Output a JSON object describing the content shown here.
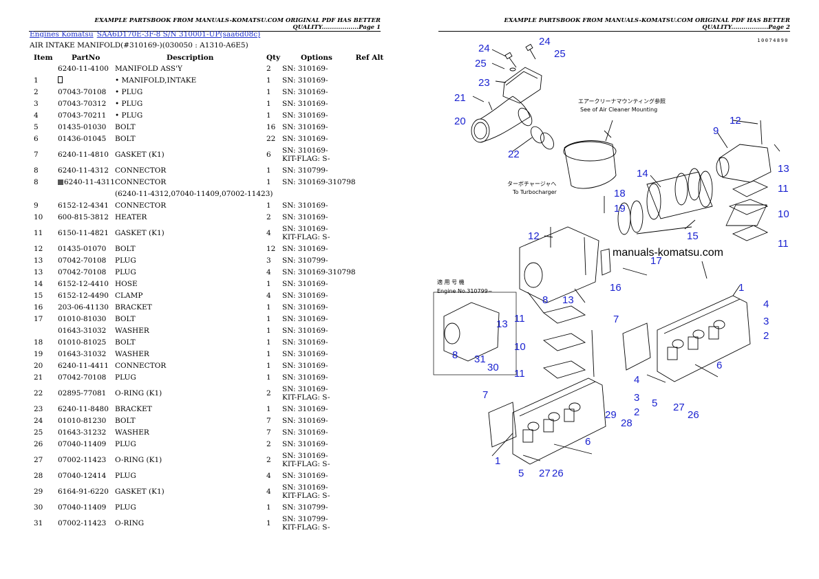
{
  "header_left": "EXAMPLE PARTSBOOK FROM MANUALS-KOMATSU.COM ORIGINAL PDF HAS BETTER QUALITY..................Page 1",
  "header_right": "EXAMPLE PARTSBOOK FROM MANUALS-KOMATSU.COM ORIGINAL PDF HAS BETTER QUALITY..................Page 2",
  "breadcrumb": {
    "link1": "Engines Komatsu",
    "link2": "SAA6D170E-3F-8 S/N 310001-UP(saa6d08c)"
  },
  "subtitle": "AIR INTAKE MANIFOLD(#310169-)(030050 : A1310-A6E5)",
  "columns": {
    "item": "Item",
    "partno": "PartNo",
    "description": "Description",
    "qty": "Qty",
    "options": "Options",
    "refalt": "Ref Alt"
  },
  "rows": [
    {
      "item": "",
      "part": "6240-11-4100",
      "desc": "MANIFOLD ASS'Y",
      "qty": "2",
      "opt": "SN: 310169-"
    },
    {
      "item": "1",
      "part": "",
      "desc": "• MANIFOLD,INTAKE",
      "qty": "1",
      "opt": "SN: 310169-"
    },
    {
      "item": "2",
      "part": "07043-70108",
      "desc": "• PLUG",
      "qty": "1",
      "opt": "SN: 310169-"
    },
    {
      "item": "3",
      "part": "07043-70312",
      "desc": "• PLUG",
      "qty": "1",
      "opt": "SN: 310169-"
    },
    {
      "item": "4",
      "part": "07043-70211",
      "desc": "• PLUG",
      "qty": "1",
      "opt": "SN: 310169-"
    },
    {
      "item": "5",
      "part": "01435-01030",
      "desc": "BOLT",
      "qty": "16",
      "opt": "SN: 310169-"
    },
    {
      "item": "6",
      "part": "01436-01045",
      "desc": "BOLT",
      "qty": "22",
      "opt": "SN: 310169-"
    },
    {
      "item": "7",
      "part": "6240-11-4810",
      "desc": "GASKET (K1)",
      "qty": "6",
      "opt": "SN: 310169-",
      "opt2": "KIT-FLAG: S-"
    },
    {
      "item": "8",
      "part": "6240-11-4312",
      "desc": "CONNECTOR",
      "qty": "1",
      "opt": "SN: 310799-"
    },
    {
      "item": "8",
      "part": "6240-11-4311",
      "desc": "CONNECTOR",
      "qty": "1",
      "opt": "SN: 310169-310798",
      "flag": true
    },
    {
      "note": "(6240-11-4312,07040-11409,07002-11423)"
    },
    {
      "item": "9",
      "part": "6152-12-4341",
      "desc": "CONNECTOR",
      "qty": "1",
      "opt": "SN: 310169-"
    },
    {
      "item": "10",
      "part": "600-815-3812",
      "desc": "HEATER",
      "qty": "2",
      "opt": "SN: 310169-"
    },
    {
      "item": "11",
      "part": "6150-11-4821",
      "desc": "GASKET (K1)",
      "qty": "4",
      "opt": "SN: 310169-",
      "opt2": "KIT-FLAG: S-"
    },
    {
      "item": "12",
      "part": "01435-01070",
      "desc": "BOLT",
      "qty": "12",
      "opt": "SN: 310169-"
    },
    {
      "item": "13",
      "part": "07042-70108",
      "desc": "PLUG",
      "qty": "3",
      "opt": "SN: 310799-"
    },
    {
      "item": "13",
      "part": "07042-70108",
      "desc": "PLUG",
      "qty": "4",
      "opt": "SN: 310169-310798"
    },
    {
      "item": "14",
      "part": "6152-12-4410",
      "desc": "HOSE",
      "qty": "1",
      "opt": "SN: 310169-"
    },
    {
      "item": "15",
      "part": "6152-12-4490",
      "desc": "CLAMP",
      "qty": "4",
      "opt": "SN: 310169-"
    },
    {
      "item": "16",
      "part": "203-06-41130",
      "desc": "BRACKET",
      "qty": "1",
      "opt": "SN: 310169-"
    },
    {
      "item": "17",
      "part": "01010-81030",
      "desc": "BOLT",
      "qty": "1",
      "opt": "SN: 310169-"
    },
    {
      "item": "",
      "part": "01643-31032",
      "desc": "WASHER",
      "qty": "1",
      "opt": "SN: 310169-"
    },
    {
      "item": "18",
      "part": "01010-81025",
      "desc": "BOLT",
      "qty": "1",
      "opt": "SN: 310169-"
    },
    {
      "item": "19",
      "part": "01643-31032",
      "desc": "WASHER",
      "qty": "1",
      "opt": "SN: 310169-"
    },
    {
      "item": "20",
      "part": "6240-11-4411",
      "desc": "CONNECTOR",
      "qty": "1",
      "opt": "SN: 310169-"
    },
    {
      "item": "21",
      "part": "07042-70108",
      "desc": "PLUG",
      "qty": "1",
      "opt": "SN: 310169-"
    },
    {
      "item": "22",
      "part": "02895-77081",
      "desc": "O-RING (K1)",
      "qty": "2",
      "opt": "SN: 310169-",
      "opt2": "KIT-FLAG: S-"
    },
    {
      "item": "23",
      "part": "6240-11-8480",
      "desc": "BRACKET",
      "qty": "1",
      "opt": "SN: 310169-"
    },
    {
      "item": "24",
      "part": "01010-81230",
      "desc": "BOLT",
      "qty": "7",
      "opt": "SN: 310169-"
    },
    {
      "item": "25",
      "part": "01643-31232",
      "desc": "WASHER",
      "qty": "7",
      "opt": "SN: 310169-"
    },
    {
      "item": "26",
      "part": "07040-11409",
      "desc": "PLUG",
      "qty": "2",
      "opt": "SN: 310169-"
    },
    {
      "item": "27",
      "part": "07002-11423",
      "desc": "O-RING (K1)",
      "qty": "2",
      "opt": "SN: 310169-",
      "opt2": "KIT-FLAG: S-"
    },
    {
      "item": "28",
      "part": "07040-12414",
      "desc": "PLUG",
      "qty": "4",
      "opt": "SN: 310169-"
    },
    {
      "item": "29",
      "part": "6164-91-6220",
      "desc": "GASKET (K1)",
      "qty": "4",
      "opt": "SN: 310169-",
      "opt2": "KIT-FLAG: S-"
    },
    {
      "item": "30",
      "part": "07040-11409",
      "desc": "PLUG",
      "qty": "1",
      "opt": "SN: 310799-"
    },
    {
      "item": "31",
      "part": "07002-11423",
      "desc": "O-RING",
      "qty": "1",
      "opt": "SN: 310799-",
      "opt2": "KIT-FLAG: S-"
    }
  ],
  "diagram": {
    "ref_number": "10074890",
    "watermark": "manuals-komatsu.com",
    "note_aircleaner_jp": "エアークリーナマウンティング参照",
    "note_aircleaner_en": "See of Air Cleaner Mounting",
    "note_turbo_jp": "ターボチャージャへ",
    "note_turbo_en": "To Turbocharger",
    "note_engine_jp": "適 用 号 機",
    "note_engine_en": "Engine No.310799~",
    "callouts": [
      "24",
      "24",
      "25",
      "25",
      "23",
      "21",
      "20",
      "22",
      "12",
      "9",
      "13",
      "11",
      "10",
      "11",
      "14",
      "15",
      "18",
      "19",
      "12",
      "17",
      "16",
      "8",
      "13",
      "1",
      "4",
      "3",
      "2",
      "7",
      "6",
      "5",
      "27",
      "26",
      "11",
      "10",
      "11",
      "8",
      "31",
      "30",
      "13",
      "4",
      "3",
      "2",
      "29",
      "28",
      "6",
      "7",
      "1",
      "5",
      "27",
      "26"
    ]
  }
}
